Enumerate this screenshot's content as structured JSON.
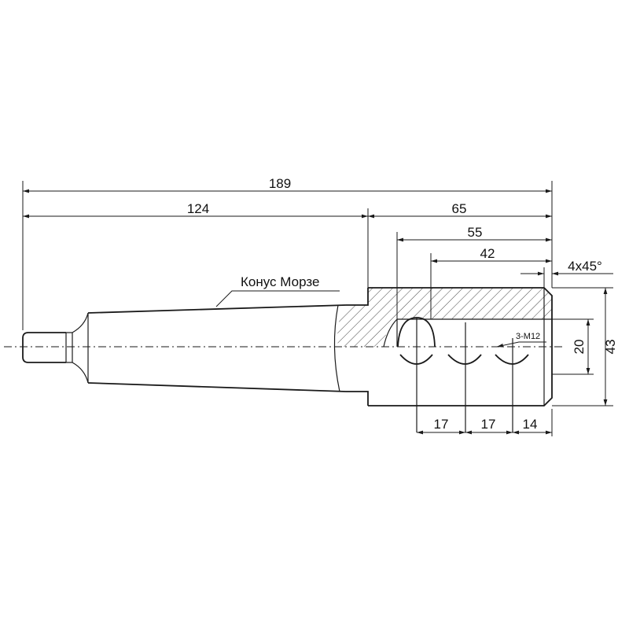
{
  "dimensions": {
    "overall_length": "189",
    "taper_length": "124",
    "head_length": "65",
    "slot_length": "55",
    "hole_span": "42",
    "chamfer": "4x45°",
    "hole_pitch_1": "17",
    "hole_pitch_2": "17",
    "hole_end": "14",
    "bore": "20",
    "outer_diameter": "43"
  },
  "labels": {
    "taper": "Конус Морзе",
    "threads": "3-M12"
  }
}
